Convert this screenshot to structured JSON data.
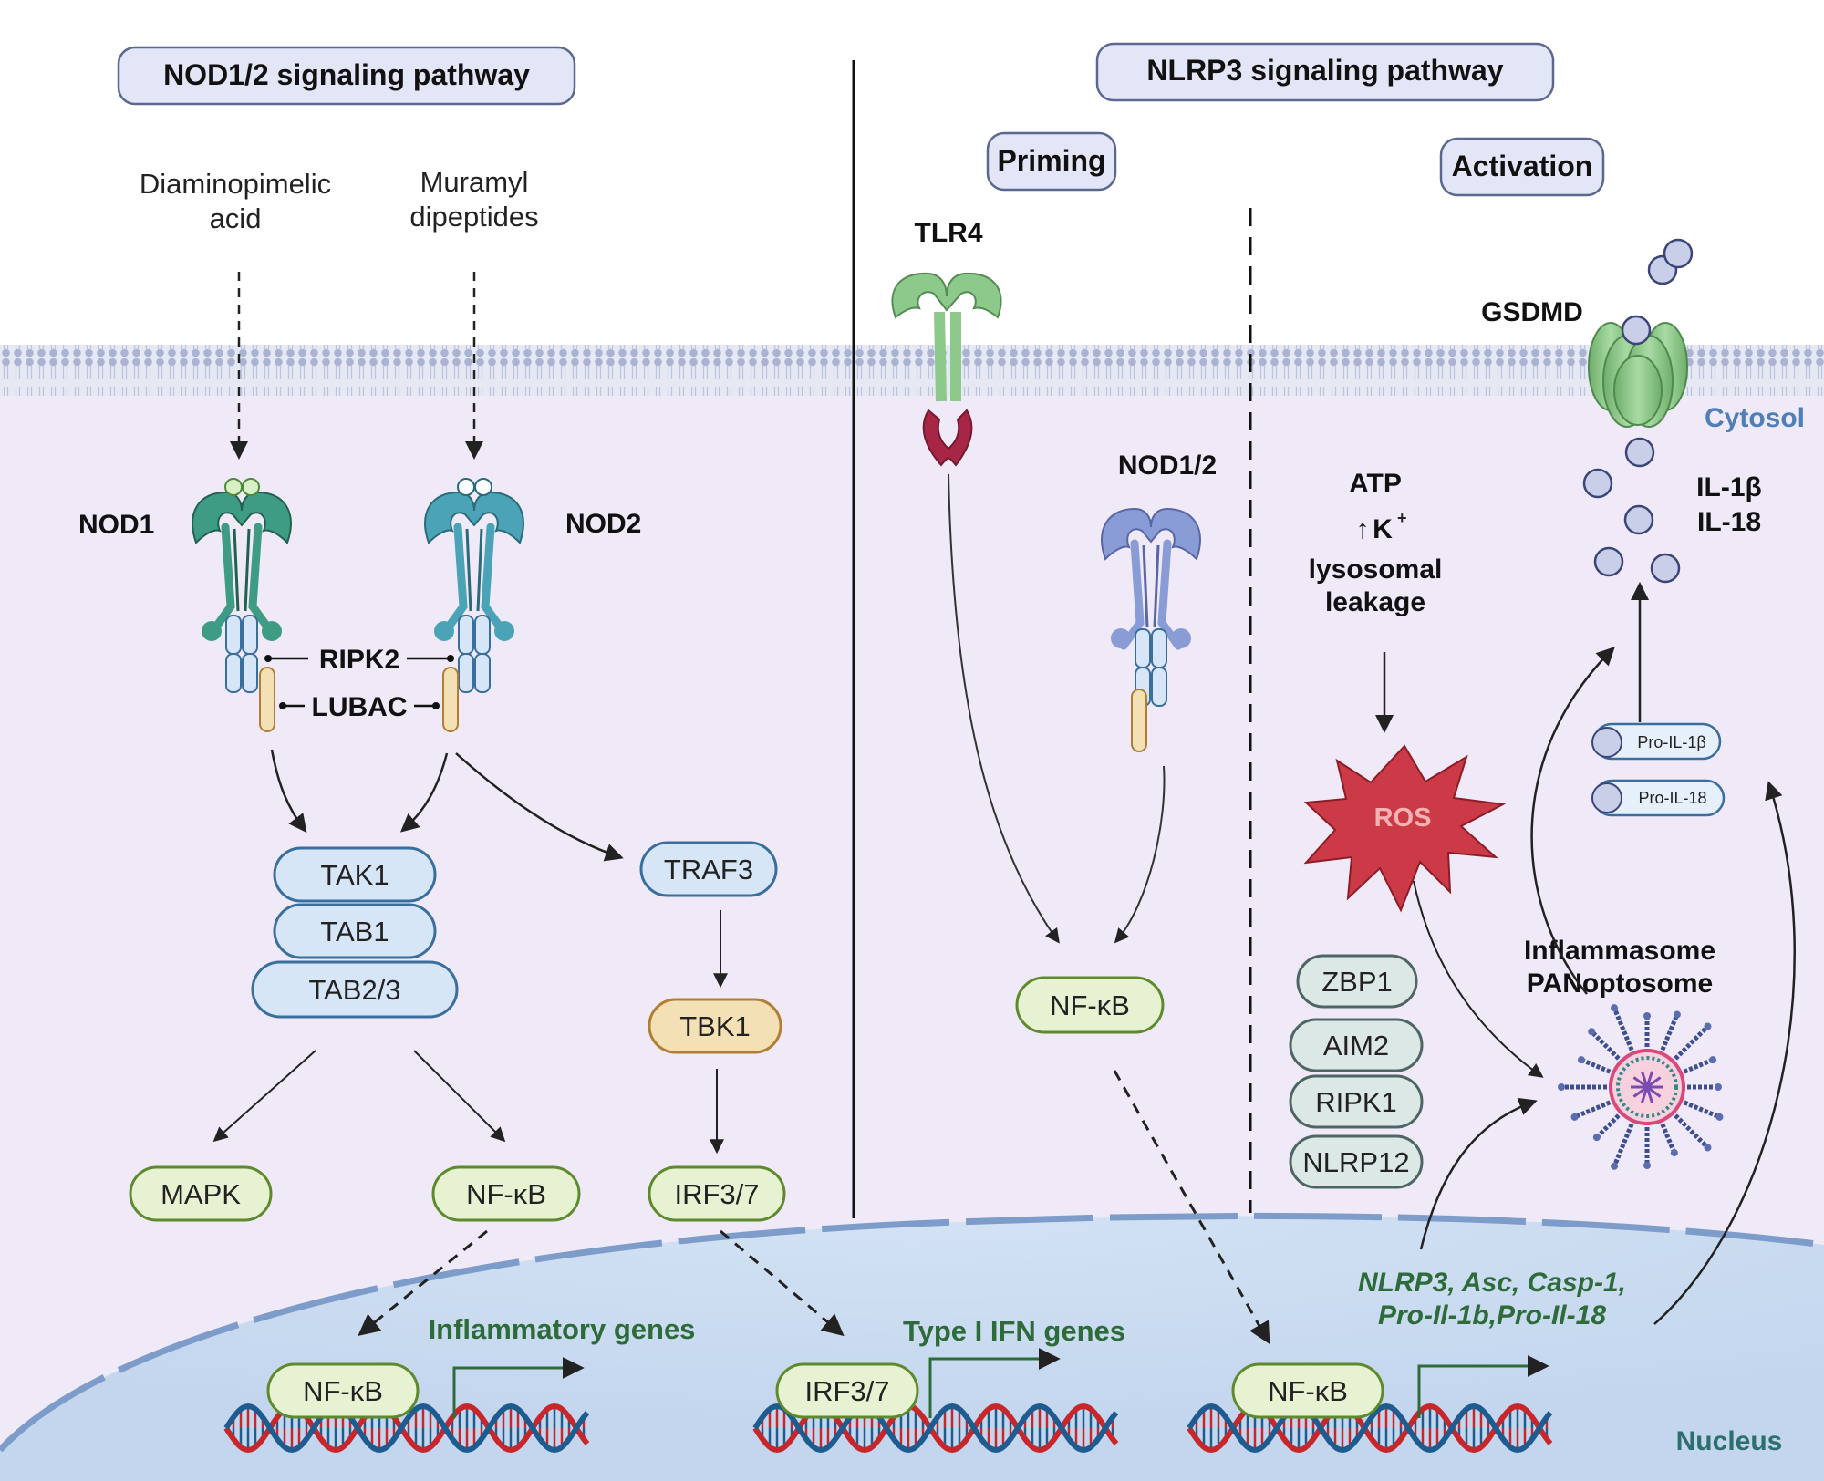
{
  "colors": {
    "cytosol_bg": "#efe9f8",
    "membrane": "#aab4d2",
    "nucleus_fill": "#cbdcf1",
    "nucleus_edge": "#7e9cc9",
    "header_fill": "#e3e6f7",
    "blue_node": "#d6e6f7",
    "blue_edge": "#3a6e9c",
    "green_node": "#e7f2d3",
    "green_edge": "#5e8a2d",
    "tan_node": "#f4e0b5",
    "tan_edge": "#b07e34",
    "teal_node": "#dce8e6",
    "teal_edge": "#4d6663",
    "nod1": "#3e9c85",
    "nod2": "#4aa3b7",
    "nod12_right": "#8a9cd6",
    "tlr4": "#8cc98a",
    "tlr4_base": "#a82645",
    "ros": "#cc3a47",
    "gsdmd": "#8cc98a",
    "gene_text": "#2e6b3a",
    "region_text_cytosol": "#4f7fb5",
    "region_text_nucleus": "#2d6f6f",
    "dna_red": "#c7272b",
    "dna_blue": "#1e5b8f"
  },
  "headers": {
    "left": "NOD1/2  signaling pathway",
    "right": "NLRP3  signaling pathway",
    "priming": "Priming",
    "activation": "Activation"
  },
  "ligands": {
    "dap_line1": "Diaminopimelic",
    "dap_line2": "acid",
    "mdp_line1": "Muramyl",
    "mdp_line2": "dipeptides"
  },
  "receptors": {
    "nod1": "NOD1",
    "nod2": "NOD2",
    "ripk2": "RIPK2",
    "lubac": "LUBAC",
    "tlr4": "TLR4",
    "nod12": "NOD1/2",
    "gsdmd": "GSDMD"
  },
  "nodes": {
    "tak1": "TAK1",
    "tab1": "TAB1",
    "tab23": "TAB2/3",
    "traf3": "TRAF3",
    "tbk1": "TBK1",
    "mapk": "MAPK",
    "nfkb_left": "NF-κB",
    "irf37": "IRF3/7",
    "nfkb_mid": "NF-κB",
    "zbp1": "ZBP1",
    "aim2": "AIM2",
    "ripk1": "RIPK1",
    "nlrp12": "NLRP12",
    "ros": "ROS",
    "pro_il1b": "Pro-IL-1β",
    "pro_il18": "Pro-IL-18"
  },
  "stimuli": {
    "atp": "ATP",
    "k_arrow": "↑",
    "k": "K",
    "k_sup": "+",
    "lyso1": "lysosomal",
    "lyso2": "leakage"
  },
  "cytokines": {
    "il1b": "IL-1β",
    "il18": "IL-18"
  },
  "inflammasome": {
    "line1": "Inflammasome",
    "line2": "PANoptosome"
  },
  "nucleus": {
    "tf1": "NF-κB",
    "tf2": "IRF3/7",
    "tf3": "NF-κB",
    "genes1": "Inflammatory genes",
    "genes2": "Type I IFN genes",
    "nlrp3_genes1": "NLRP3, Asc, Casp-1,",
    "nlrp3_genes2": "Pro-Il-1b,Pro-Il-18"
  },
  "regions": {
    "cytosol": "Cytosol",
    "nucleus": "Nucleus"
  }
}
